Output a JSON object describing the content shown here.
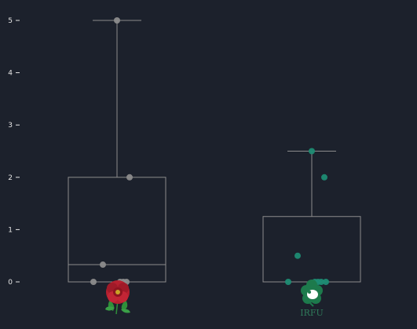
{
  "chart_data": {
    "type": "box",
    "title": "",
    "xlabel": "",
    "ylabel": "",
    "ylim": [
      0,
      5
    ],
    "yticks": [
      0,
      1,
      2,
      3,
      4,
      5
    ],
    "grid": false,
    "legend": "none",
    "series": [
      {
        "category_icon": "england-rose-icon",
        "color": "#8c8c8c",
        "box": {
          "whisker_low": 0,
          "q1": 0,
          "median": 0.33,
          "q3": 2,
          "whisker_high": 5
        },
        "points": [
          5,
          2,
          0.33,
          0,
          0,
          0,
          0
        ]
      },
      {
        "category_icon": "irfu-shamrock-icon",
        "category_label": "IRFU",
        "color": "#1e8c73",
        "box": {
          "whisker_low": 0,
          "q1": 0,
          "median": 0,
          "q3": 1.25,
          "whisker_high": 2.5
        },
        "points": [
          2.5,
          2,
          0.5,
          0,
          0,
          0,
          0,
          0
        ]
      }
    ]
  }
}
